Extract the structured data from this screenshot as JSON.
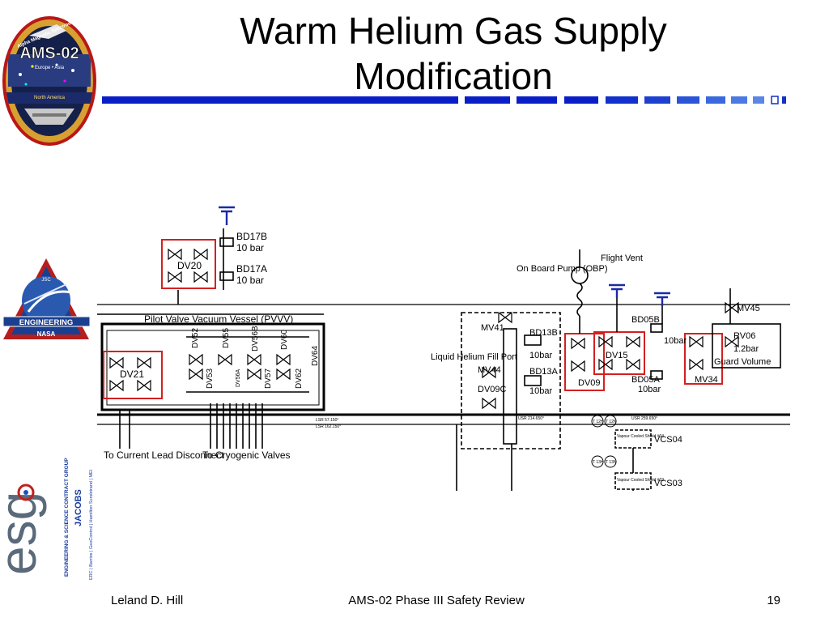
{
  "slide": {
    "title": "Warm Helium Gas Supply Modification",
    "footer_left": "Leland D. Hill",
    "footer_center": "AMS-02 Phase III Safety Review",
    "page_number": "19"
  },
  "logos": {
    "ams_name": "AMS-02",
    "ams_ring": "Alpha Magnetic Spectrometer",
    "ams_band1": "Europe • Asia",
    "ams_band2": "North America",
    "eng_top": "JSC",
    "eng_banner": "ENGINEERING",
    "eng_bottom": "NASA",
    "esg_text": "esg",
    "esg_group": "ENGINEERING & SCIENCE CONTRACT GROUP",
    "esg_jacobs": "JACOBS",
    "esg_partners": "ERC | Barrios | GeoControl | Hamilton Sundstrand | MEI"
  },
  "diagram": {
    "bd17b": "BD17B",
    "bd17b_p": "10 bar",
    "bd17a": "BD17A",
    "bd17a_p": "10 bar",
    "dv20": "DV20",
    "pvvv": "Pilot Valve Vacuum Vessel (PVVV)",
    "dv21": "DV21",
    "dv_list": [
      "DV52",
      "DV53",
      "DV55",
      "DV56A",
      "DV56B",
      "DV57",
      "DV60",
      "DV62",
      "DV64"
    ],
    "current_lead": "To Current Lead Disconnect",
    "cryo_valves": "To Cryogenic Valves",
    "lsr1": "LSR 57.150°",
    "lsr2": "LSR 162.150°",
    "obp": "On Board Pump (OBP)",
    "flight_vent": "Flight Vent",
    "mv41": "MV41",
    "mv44": "MV44",
    "dv09c": "DV09C",
    "fill_port": "Liquid Helium Fill Port",
    "bd13b": "BD13B",
    "bd13b_p": "10bar",
    "bd13a": "BD13A",
    "bd13a_p": "10bar",
    "dv09": "DV09",
    "dv15": "DV15",
    "bd05b": "BD05B",
    "bd05a": "BD05A",
    "bd05a_p": "10bar",
    "bd05b_p": "10bar",
    "mv34": "MV34",
    "mv45": "MV45",
    "rv06": "RV06",
    "rv06_p": "1.2bar",
    "guard_volume": "Guard Volume",
    "usr1": "USR 214.650°",
    "usr2": "USR 259.650°",
    "vcs_shield4": "Vapour Cooled Shield #04",
    "vcs_shield3": "Vapour Cooled Shield #03",
    "vcs04": "VCS04",
    "vcs03": "VCS03",
    "t_labels": [
      "T 12H",
      "T 12N",
      "T 13H",
      "T 13N"
    ]
  },
  "colors": {
    "title_bar": "#0a1ec8",
    "highlight": "#d42020",
    "vent": "#1a2aa8"
  }
}
